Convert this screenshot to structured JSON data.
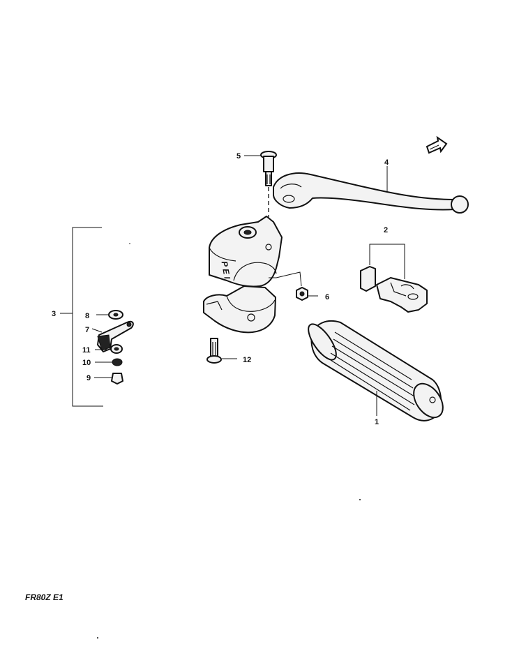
{
  "diagram": {
    "callouts": [
      {
        "id": "c1",
        "text": "1"
      },
      {
        "id": "c2",
        "text": "2"
      },
      {
        "id": "c3",
        "text": "3"
      },
      {
        "id": "c4",
        "text": "4"
      },
      {
        "id": "c5",
        "text": "5"
      },
      {
        "id": "c6",
        "text": "6"
      },
      {
        "id": "c7",
        "text": "7"
      },
      {
        "id": "c8",
        "text": "8"
      },
      {
        "id": "c9",
        "text": "9"
      },
      {
        "id": "c10",
        "text": "10"
      },
      {
        "id": "c11",
        "text": "11"
      },
      {
        "id": "c12",
        "text": "12"
      }
    ],
    "footer_code": "FR80Z E1",
    "clamp_marking": "P E I"
  }
}
